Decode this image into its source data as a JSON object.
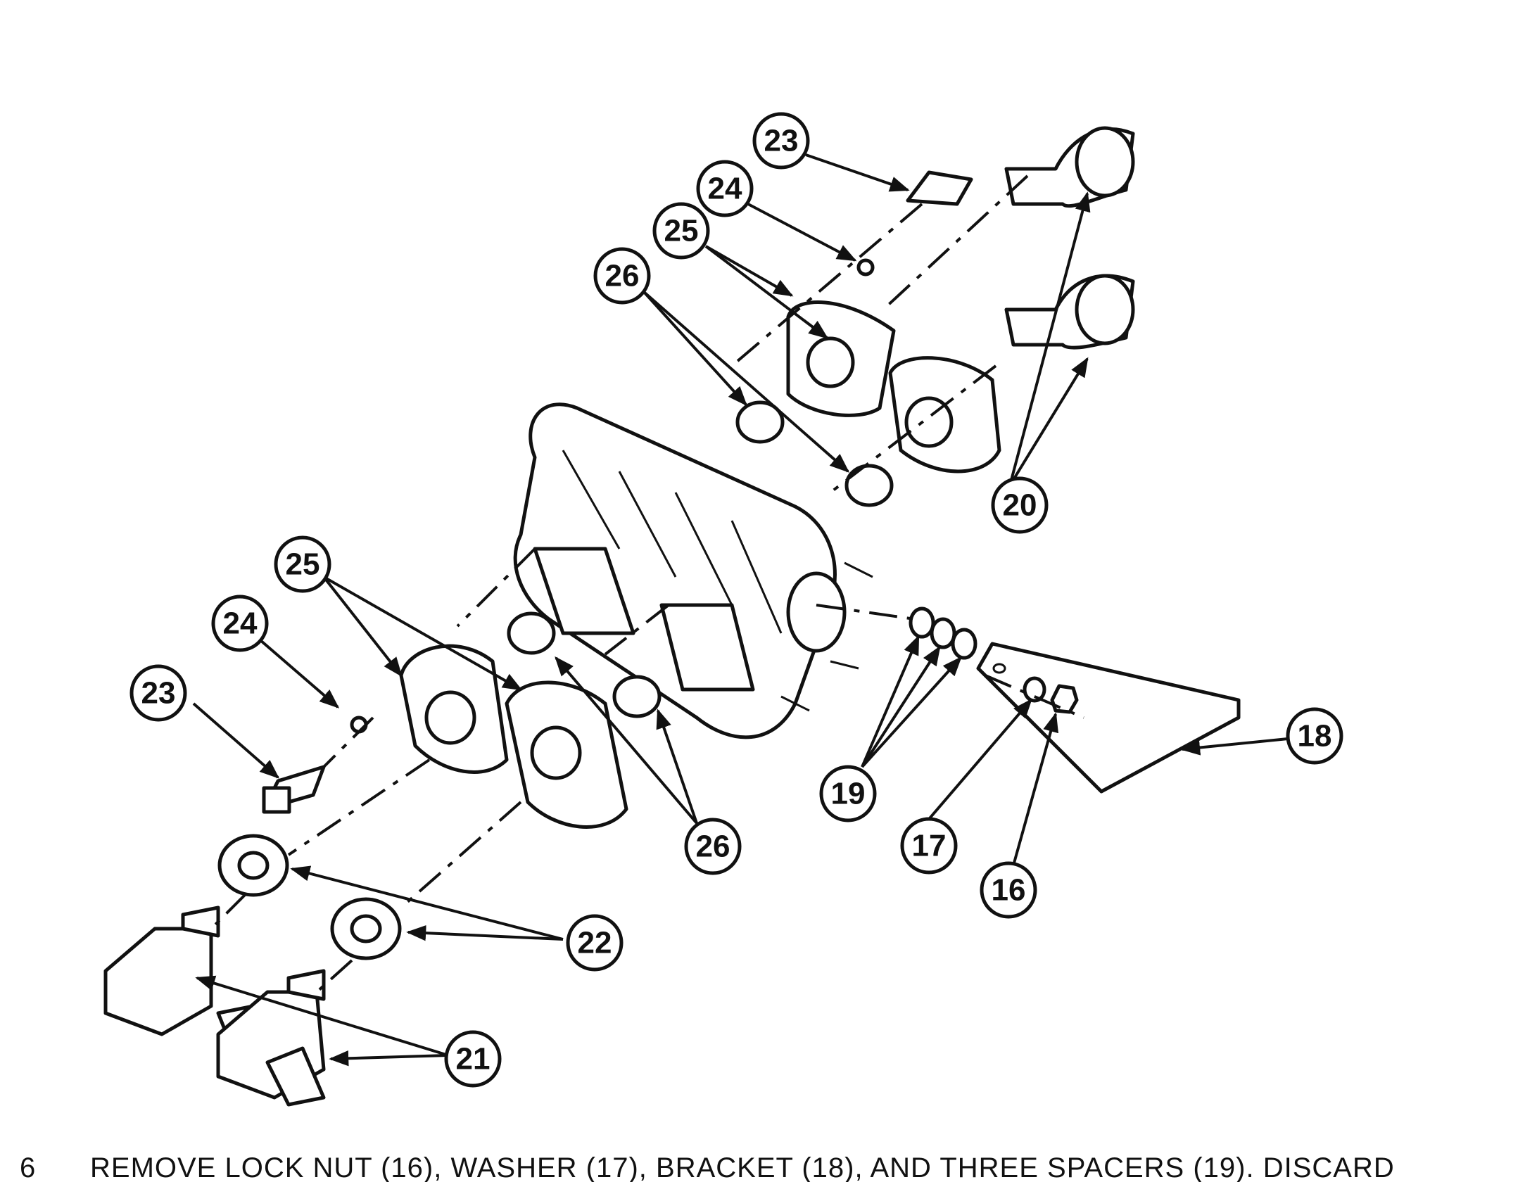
{
  "callouts": {
    "c16": "16",
    "c17": "17",
    "c18": "18",
    "c19": "19",
    "c20": "20",
    "c21": "21",
    "c22": "22",
    "c23a": "23",
    "c23b": "23",
    "c24a": "24",
    "c24b": "24",
    "c25a": "25",
    "c25b": "25",
    "c26a": "26",
    "c26b": "26"
  },
  "step": {
    "number": "6",
    "text": "REMOVE LOCK NUT (16), WASHER (17), BRACKET (18), AND THREE SPACERS (19). DISCARD"
  }
}
